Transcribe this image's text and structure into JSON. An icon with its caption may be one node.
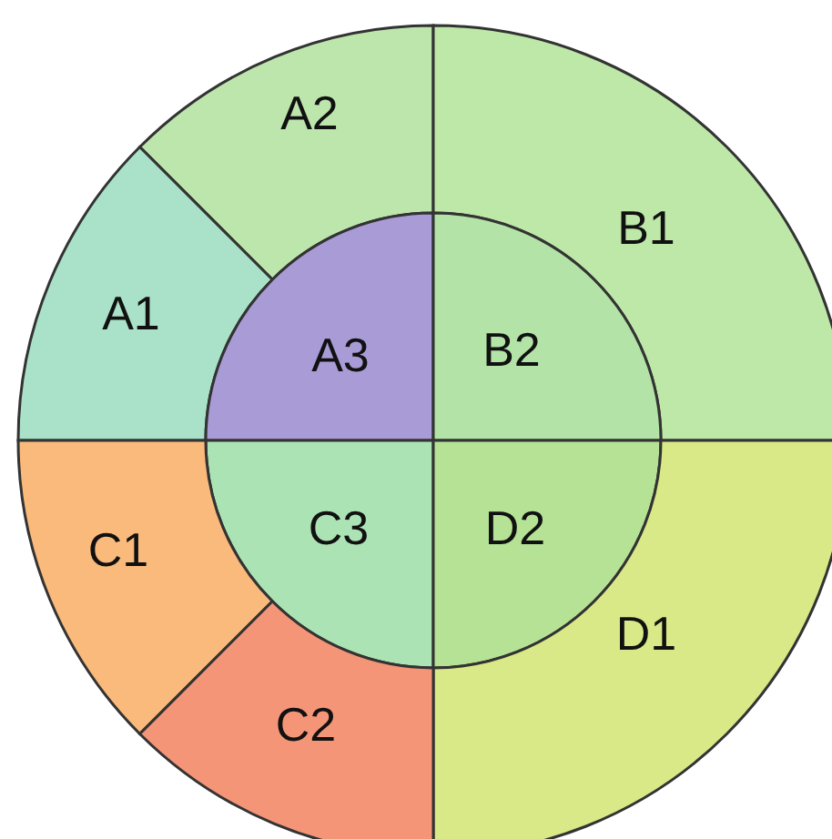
{
  "diagram": {
    "nodes": [
      {
        "text": [
          "A2"
        ]
      },
      {
        "text": [
          "B1"
        ]
      },
      {
        "text": [
          "A1"
        ]
      },
      {
        "text": [
          "A3"
        ]
      },
      {
        "text": [
          "B2"
        ]
      },
      {
        "text": [
          "C3"
        ]
      },
      {
        "text": [
          "D2"
        ]
      },
      {
        "text": [
          "C1"
        ]
      },
      {
        "text": [
          "D1"
        ]
      },
      {
        "text": [
          "C2"
        ]
      }
    ]
  }
}
